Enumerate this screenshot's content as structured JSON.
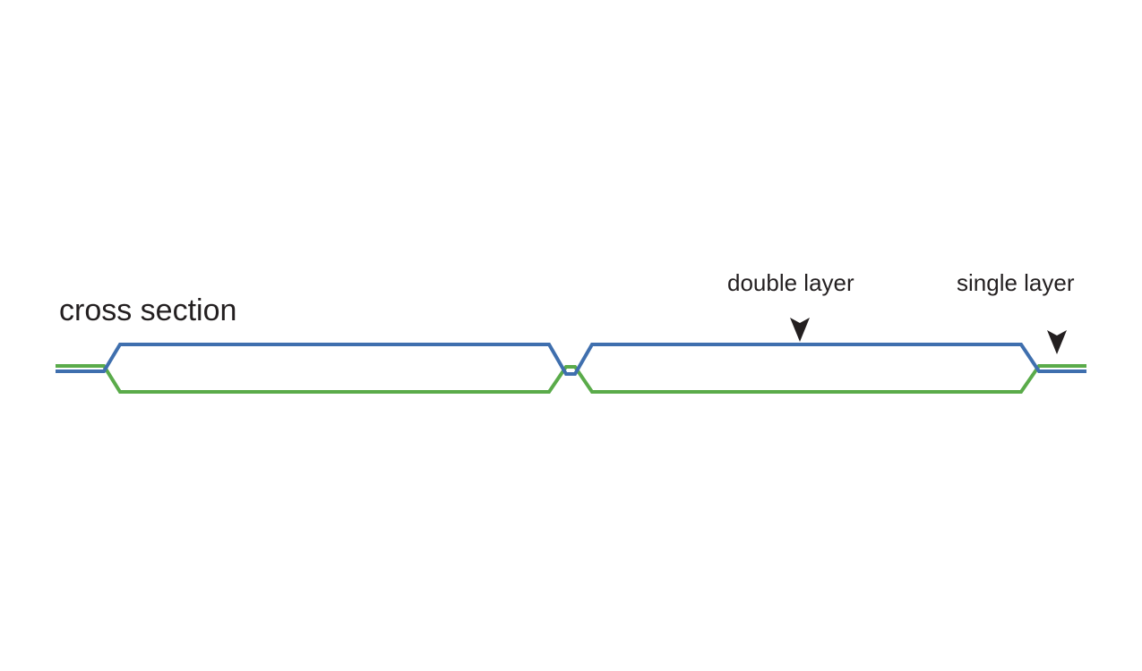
{
  "diagram": {
    "title": "cross section",
    "annotations": {
      "double_layer": "double layer",
      "single_layer": "single layer"
    },
    "colors": {
      "top_layer": "#3f6fae",
      "bottom_layer": "#5aab4a",
      "text": "#231f20",
      "arrow": "#231f20",
      "background": "#ffffff"
    },
    "icons": {
      "arrow_marker": "arrow-down-icon"
    }
  }
}
